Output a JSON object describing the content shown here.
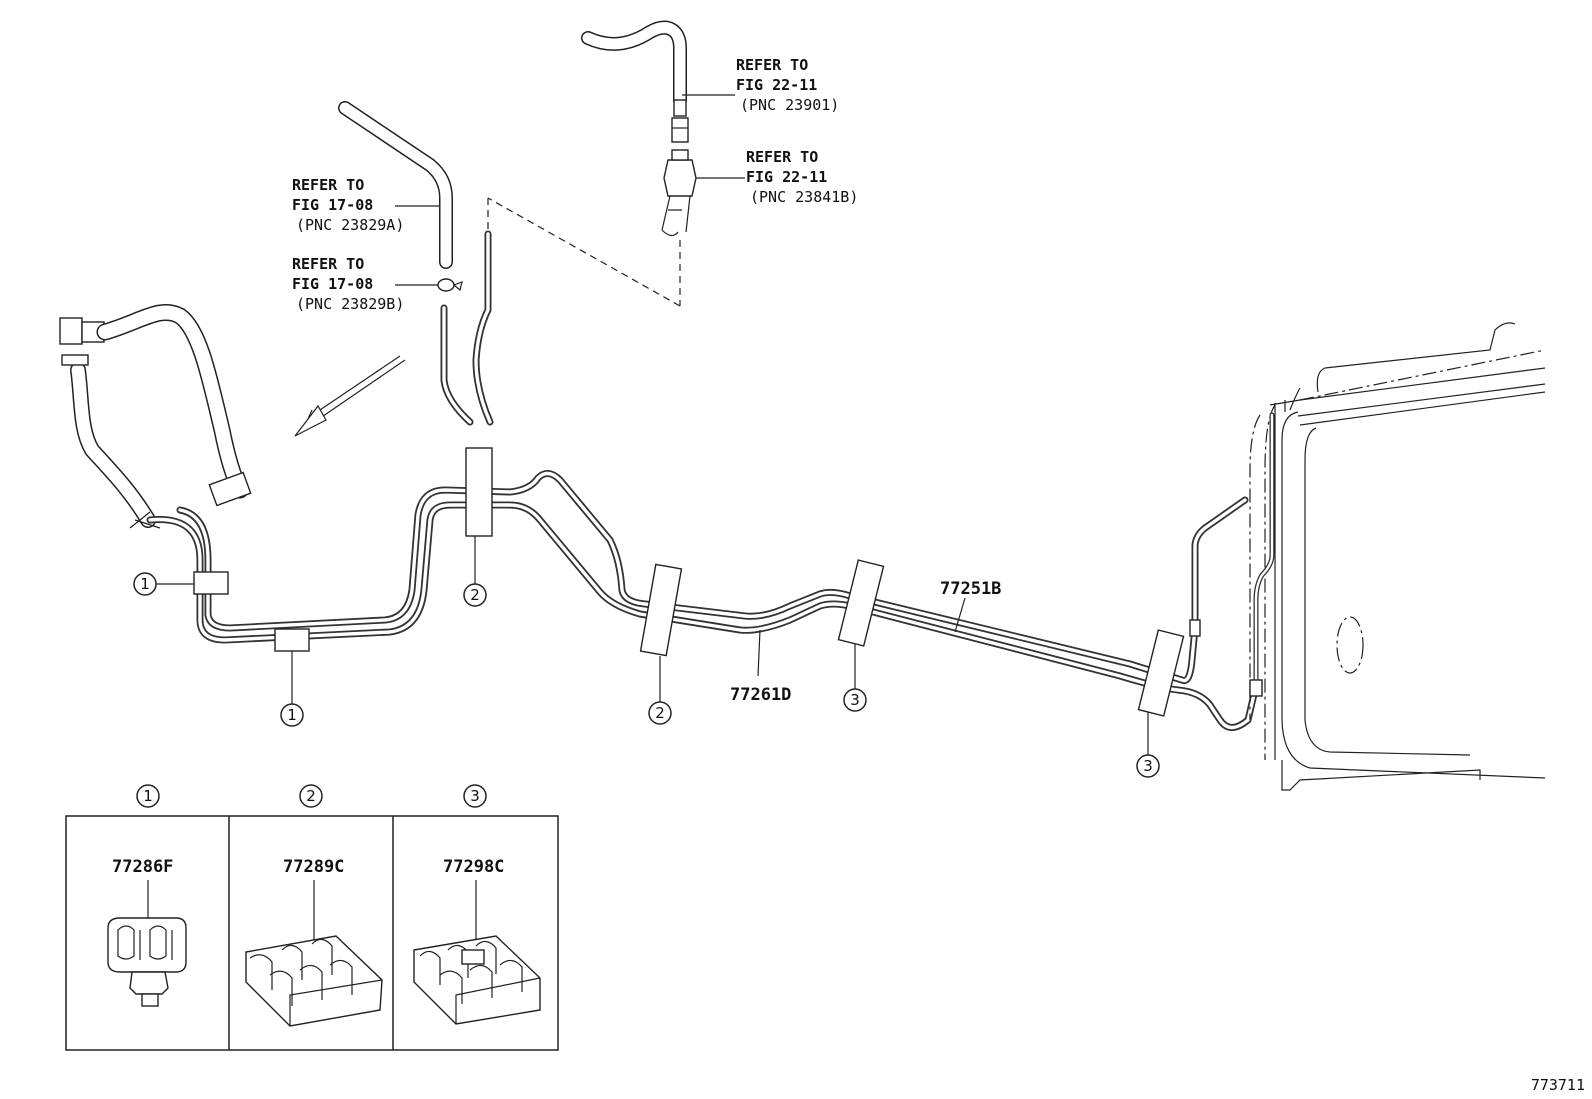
{
  "references": [
    {
      "line1": "REFER TO",
      "line2": "FIG 22-11",
      "line3": "(PNC 23901)"
    },
    {
      "line1": "REFER TO",
      "line2": "FIG 22-11",
      "line3": "(PNC 23841B)"
    },
    {
      "line1": "REFER TO",
      "line2": "FIG 17-08",
      "line3": "(PNC 23829A)"
    },
    {
      "line1": "REFER TO",
      "line2": "FIG 17-08",
      "line3": "(PNC 23829B)"
    }
  ],
  "part_labels": {
    "tube_upper": "77251B",
    "tube_lower": "77261D"
  },
  "callouts": {
    "one": "1",
    "two": "2",
    "three": "3"
  },
  "legend": [
    {
      "number": "1",
      "part": "77286F"
    },
    {
      "number": "2",
      "part": "77289C"
    },
    {
      "number": "3",
      "part": "77298C"
    }
  ],
  "figure_id": "773711"
}
